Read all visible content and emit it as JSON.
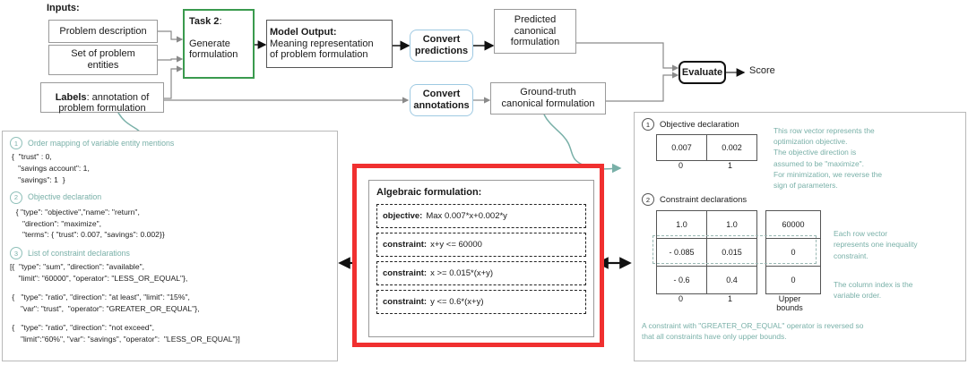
{
  "flow": {
    "inputs_label": "Inputs:",
    "problem_description": "Problem description",
    "set_of_problem_entities": "Set of problem\nentities",
    "labels_bold": "Labels",
    "labels_rest": ": annotation of\nproblem formulation",
    "task_bold": "Task 2",
    "task_rest": ":",
    "task_sub": "Generate\nformulation",
    "model_output_bold": "Model Output:",
    "model_output_body": "Meaning   representation\nof problem formulation",
    "convert_predictions": "Convert\npredictions",
    "convert_annotations": "Convert\nannotations",
    "predicted_canonical": "Predicted\ncanonical\nformulation",
    "groundtruth_canonical": "Ground-truth\ncanonical formulation",
    "evaluate": "Evaluate",
    "score": "Score"
  },
  "left_panel": {
    "section1_num": "1",
    "section1_title": "Order mapping of variable entity mentions",
    "section1_body": "{  \"trust\" : 0,\n   \"savings account\": 1,\n   \"savings\": 1  }",
    "section2_num": "2",
    "section2_title": "Objective declaration",
    "section2_body": "  { \"type\": \"objective\",\"name\": \"return\",\n     \"direction\": \"maximize\",\n     \"terms\": { \"trust\": 0.007, \"savings\": 0.002}}",
    "section3_num": "3",
    "section3_title": "List of constraint declarations",
    "section3_body_a": "[{  \"type\": \"sum\", \"direction\": \"available\",\n    \"limit\": \"60000\", \"operator\": \"LESS_OR_EQUAL\"},",
    "section3_body_b": " {   \"type\": \"ratio\", \"direction\": \"at least\", \"limit\": \"15%\",\n     \"var\": \"trust\",  \"operator\": \"GREATER_OR_EQUAL\"},",
    "section3_body_c": " {   \"type\": \"ratio\", \"direction\": \"not exceed\",\n     \"limit\":\"60%\", \"var\": \"savings\", \"operator\":  \"LESS_OR_EQUAL\"}]"
  },
  "center_panel": {
    "title": "Algebraic formulation:",
    "rows": [
      {
        "label": "objective:",
        "expr": "Max 0.007*x+0.002*y"
      },
      {
        "label": "constraint:",
        "expr": "x+y <= 60000"
      },
      {
        "label": "constraint:",
        "expr": "x >= 0.015*(x+y)"
      },
      {
        "label": "constraint:",
        "expr": "y <= 0.6*(x+y)"
      }
    ],
    "border_color": "#f03030"
  },
  "right_panel": {
    "sec1_num": "1",
    "sec1_title": "Objective declaration",
    "objective_vector": [
      "0.007",
      "0.002"
    ],
    "objective_index": [
      "0",
      "1"
    ],
    "note1": "This row vector represents the\noptimization objective.\nThe objective direction is\nassumed to be \"maximize\".\nFor minimization, we reverse the\nsign of parameters.",
    "sec2_num": "2",
    "sec2_title": "Constraint declarations",
    "constraint_matrix": [
      [
        "1.0",
        "1.0",
        "60000"
      ],
      [
        "- 0.085",
        "0.015",
        "0"
      ],
      [
        "- 0.6",
        "0.4",
        "0"
      ]
    ],
    "matrix_index": [
      "0",
      "1"
    ],
    "upper_bounds_label": "Upper\nbounds",
    "note2": "Each row vector\nrepresents one inequality\nconstraint.",
    "note3": "The column index is the\nvariable order.",
    "note4": "A constraint with \"GREATER_OR_EQUAL\" operator is reversed so\nthat all constraints have only upper bounds."
  },
  "colors": {
    "teal": "#79b0a8",
    "green": "#3a9a4e",
    "red": "#f03030",
    "blue": "#9ec9e2"
  }
}
